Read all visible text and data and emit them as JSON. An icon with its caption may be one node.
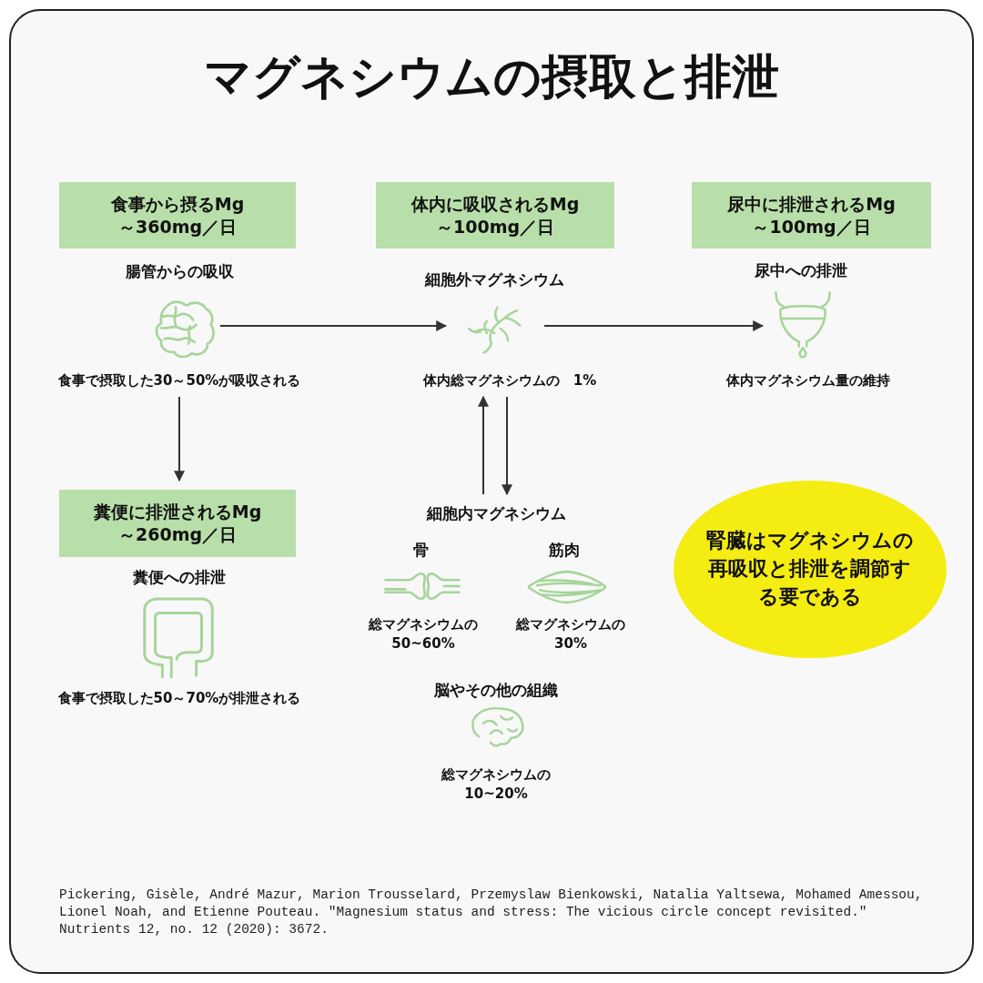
{
  "diagram": {
    "title": "マグネシウムの摂取と排泄",
    "nodes": [
      {
        "text": [
          "食事から摂るMg～360mg／日"
        ]
      },
      {
        "text": [],
        "shape": "picture",
        "beside": [
          "腸管からの吸収"
        ]
      },
      {
        "text": [
          "食事で摂取した30～50%が吸収される"
        ]
      },
      {
        "text": [
          "体内に吸収されるMg～100mg／日"
        ]
      },
      {
        "text": [],
        "shape": "picture",
        "beside": [
          "細胞外マグネシウム"
        ]
      },
      {
        "text": [
          "体内総マグネシウムの　1%"
        ]
      },
      {
        "text": [
          "尿中に排泄されるMg～100mg／日"
        ]
      },
      {
        "text": [],
        "shape": "picture",
        "beside": [
          "尿中への排泄",
          "体内マグネシウム量の維持"
        ]
      },
      {
        "text": [
          "糞便に排泄されるMg～260mg／日"
        ]
      },
      {
        "text": [],
        "shape": "picture",
        "beside": [
          "糞便への排泄",
          "食事で摂取した50～70%が排泄される"
        ]
      },
      {
        "text": [
          "細胞内マグネシウム"
        ]
      },
      {
        "text": [],
        "shape": "picture",
        "beside": [
          "骨",
          "総マグネシウムの50~60%"
        ]
      },
      {
        "text": [],
        "shape": "picture",
        "beside": [
          "筋肉",
          "総マグネシウムの30%"
        ]
      },
      {
        "text": [],
        "shape": "picture",
        "beside": [
          "脳やその他の組織",
          "総マグネシウムの10~20%"
        ]
      },
      {
        "text": [
          "腎臓はマグネシウムの再吸収と排泄を調節する要である"
        ]
      }
    ],
    "edges": [
      {
        "from": 1,
        "to": 4,
        "arrow": "to"
      },
      {
        "from": 4,
        "to": 7,
        "arrow": "to"
      },
      {
        "from": 2,
        "to": 8,
        "arrow": "to"
      },
      {
        "from": 10,
        "to": 5,
        "arrow": "to"
      },
      {
        "from": 5,
        "to": 10,
        "arrow": "to"
      }
    ],
    "labels": [
      "Pickering, Gisèle, André Mazur, Marion Trousselard, Przemyslaw Bienkowski, Natalia Yaltsewa, Mohamed Amessou, Lionel Noah, and Etienne Pouteau. \"Magnesium status and stress: The vicious circle concept revisited.\" Nutrients 12, no. 12 (2020): 3672."
    ]
  }
}
